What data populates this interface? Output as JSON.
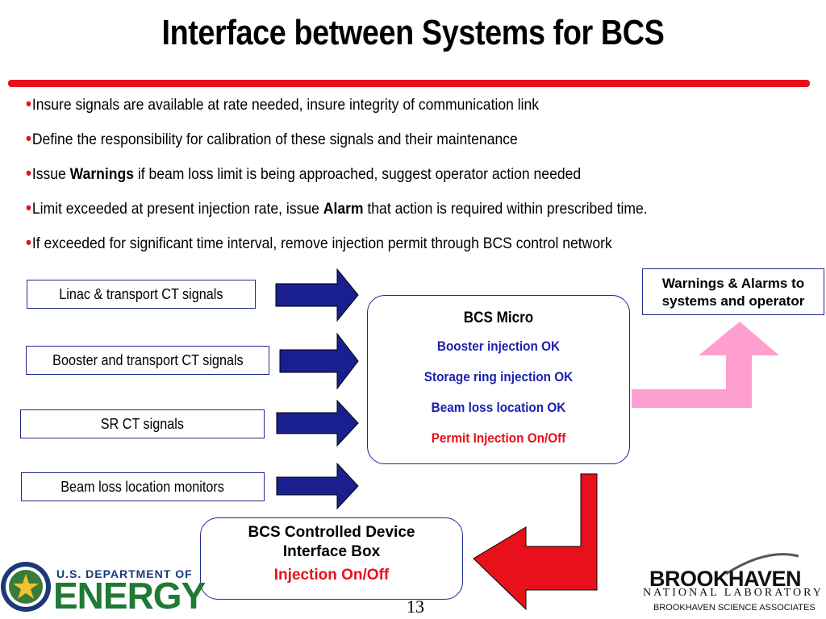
{
  "title": "Interface between Systems for BCS",
  "bullets": [
    {
      "pre": "Insure signals are available at rate needed, insure integrity of communication link",
      "bold": "",
      "post": ""
    },
    {
      "pre": "Define the responsibility for calibration of these signals and their maintenance",
      "bold": "",
      "post": ""
    },
    {
      "pre": "Issue ",
      "bold": "Warnings",
      "post": " if beam loss limit is being approached, suggest operator action needed"
    },
    {
      "pre": "Limit exceeded at present injection rate, issue ",
      "bold": "Alarm",
      "post": " that action is required within prescribed time."
    },
    {
      "pre": "If exceeded for significant time interval, remove injection permit through BCS control network",
      "bold": "",
      "post": ""
    }
  ],
  "inputs": [
    "Linac & transport CT signals",
    "Booster and transport CT signals",
    "SR CT signals",
    "Beam loss location monitors"
  ],
  "micro": {
    "heading": "BCS Micro",
    "lines": [
      "Booster injection OK",
      "Storage ring injection OK",
      "Beam loss location OK"
    ],
    "permit": "Permit Injection On/Off"
  },
  "warnings": {
    "line1": "Warnings & Alarms  to",
    "line2": "systems and operator"
  },
  "device": {
    "line1": "BCS Controlled Device",
    "line2": "Interface Box",
    "action": "Injection On/Off"
  },
  "footer": {
    "doe_top": "U.S. DEPARTMENT OF",
    "doe_big": "ENERGY",
    "bnl_name": "BROOKHAVEN",
    "bnl_sub": "NATIONAL LABORATORY",
    "bnl_assoc": "BROOKHAVEN SCIENCE ASSOCIATES",
    "page": "13"
  },
  "colors": {
    "accent_red": "#e8101a",
    "navy": "#1a1f8f",
    "pink": "#ff9fcf",
    "dark_blue_text": "#1a1fb0",
    "energy_green": "#1e7a34"
  }
}
